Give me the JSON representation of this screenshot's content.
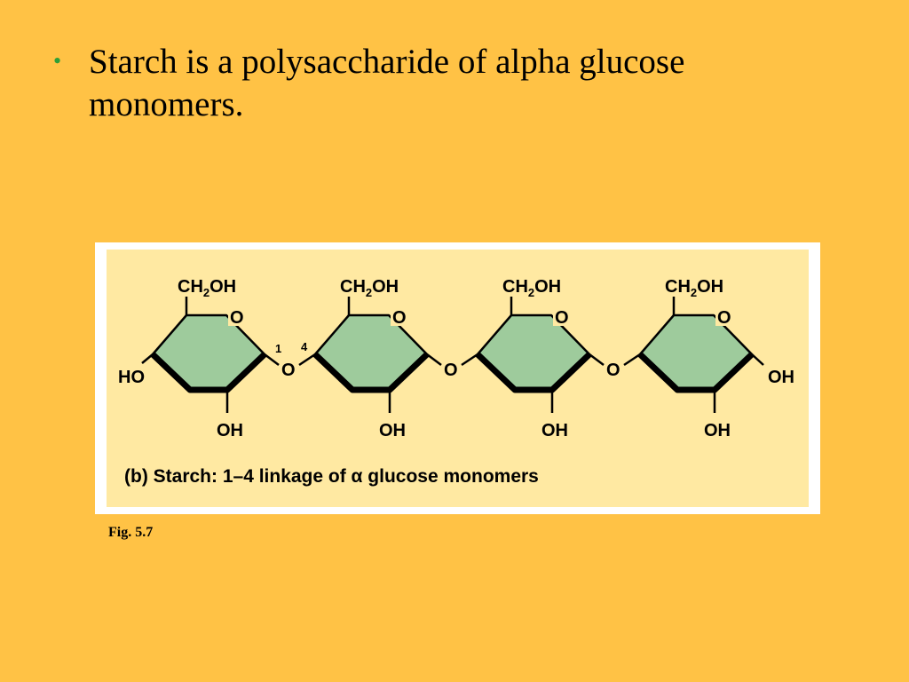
{
  "slide": {
    "bullet_text": "Starch is a polysaccharide of alpha glucose monomers."
  },
  "figure": {
    "ring_labels": {
      "ch2oh": "CH",
      "ch2oh_sub": "2",
      "ch2oh_tail": "OH",
      "ring_o": "O",
      "oh": "OH"
    },
    "left_end": "HO",
    "right_end": "OH",
    "bridge_o": "O",
    "carbon_1": "1",
    "carbon_4": "4",
    "caption": "(b) Starch: 1–4 linkage of α glucose monomers",
    "ring_fill": "#9ECB9C",
    "panel_bg": "#FFE9A2"
  },
  "fig_label": "Fig. 5.7",
  "colors": {
    "background": "#FFC245",
    "bullet": "#2E9F38"
  }
}
